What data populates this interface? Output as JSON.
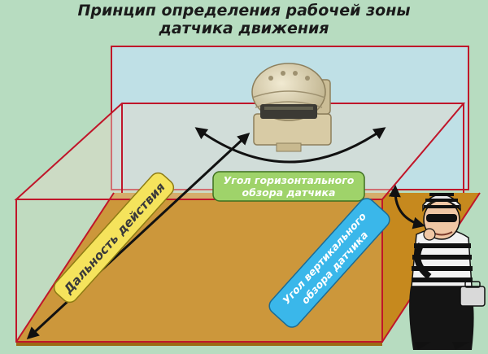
{
  "title": {
    "line1": "Принцип определения рабочей зоны",
    "line2": "датчика движения"
  },
  "labels": {
    "range": "Дальность действия",
    "horizontal_line1": "Угол горизонтального",
    "horizontal_line2": "обзора датчика",
    "vertical_line1": "Угол вертикального",
    "vertical_line2": "обзора датчика"
  },
  "colors": {
    "background": "#b7dcc0",
    "back_wall": "#bfe0e6",
    "floor": "#c6891e",
    "box_edges": "#c0162a",
    "range_label": "#f5e35c",
    "horizontal_label": "#9fd36a",
    "vertical_label": "#3ab7ea"
  },
  "icons": {
    "sensor": "motion-sensor-icon",
    "burglar": "burglar-icon"
  }
}
